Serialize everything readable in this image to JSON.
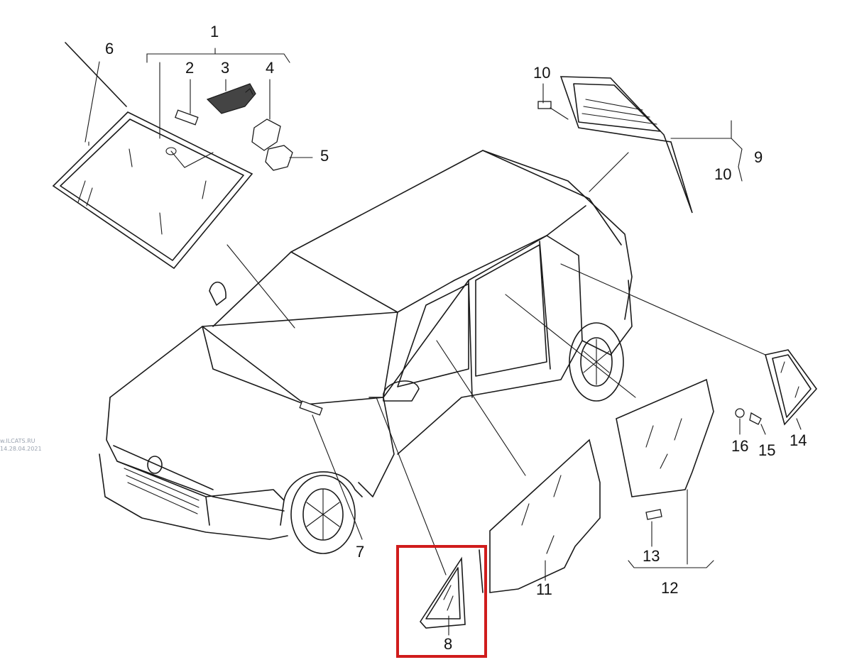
{
  "callouts": {
    "c1": "1",
    "c2": "2",
    "c3": "3",
    "c4": "4",
    "c5": "5",
    "c6": "6",
    "c7": "7",
    "c8": "8",
    "c9": "9",
    "c10a": "10",
    "c10b": "10",
    "c11": "11",
    "c12": "12",
    "c13": "13",
    "c14": "14",
    "c15": "15",
    "c16": "16"
  },
  "watermark": {
    "line1": "w.ILCATS.RU",
    "line2": "14.28.04.2021"
  },
  "highlight": {
    "color": "#d01c1c",
    "target": "8"
  }
}
